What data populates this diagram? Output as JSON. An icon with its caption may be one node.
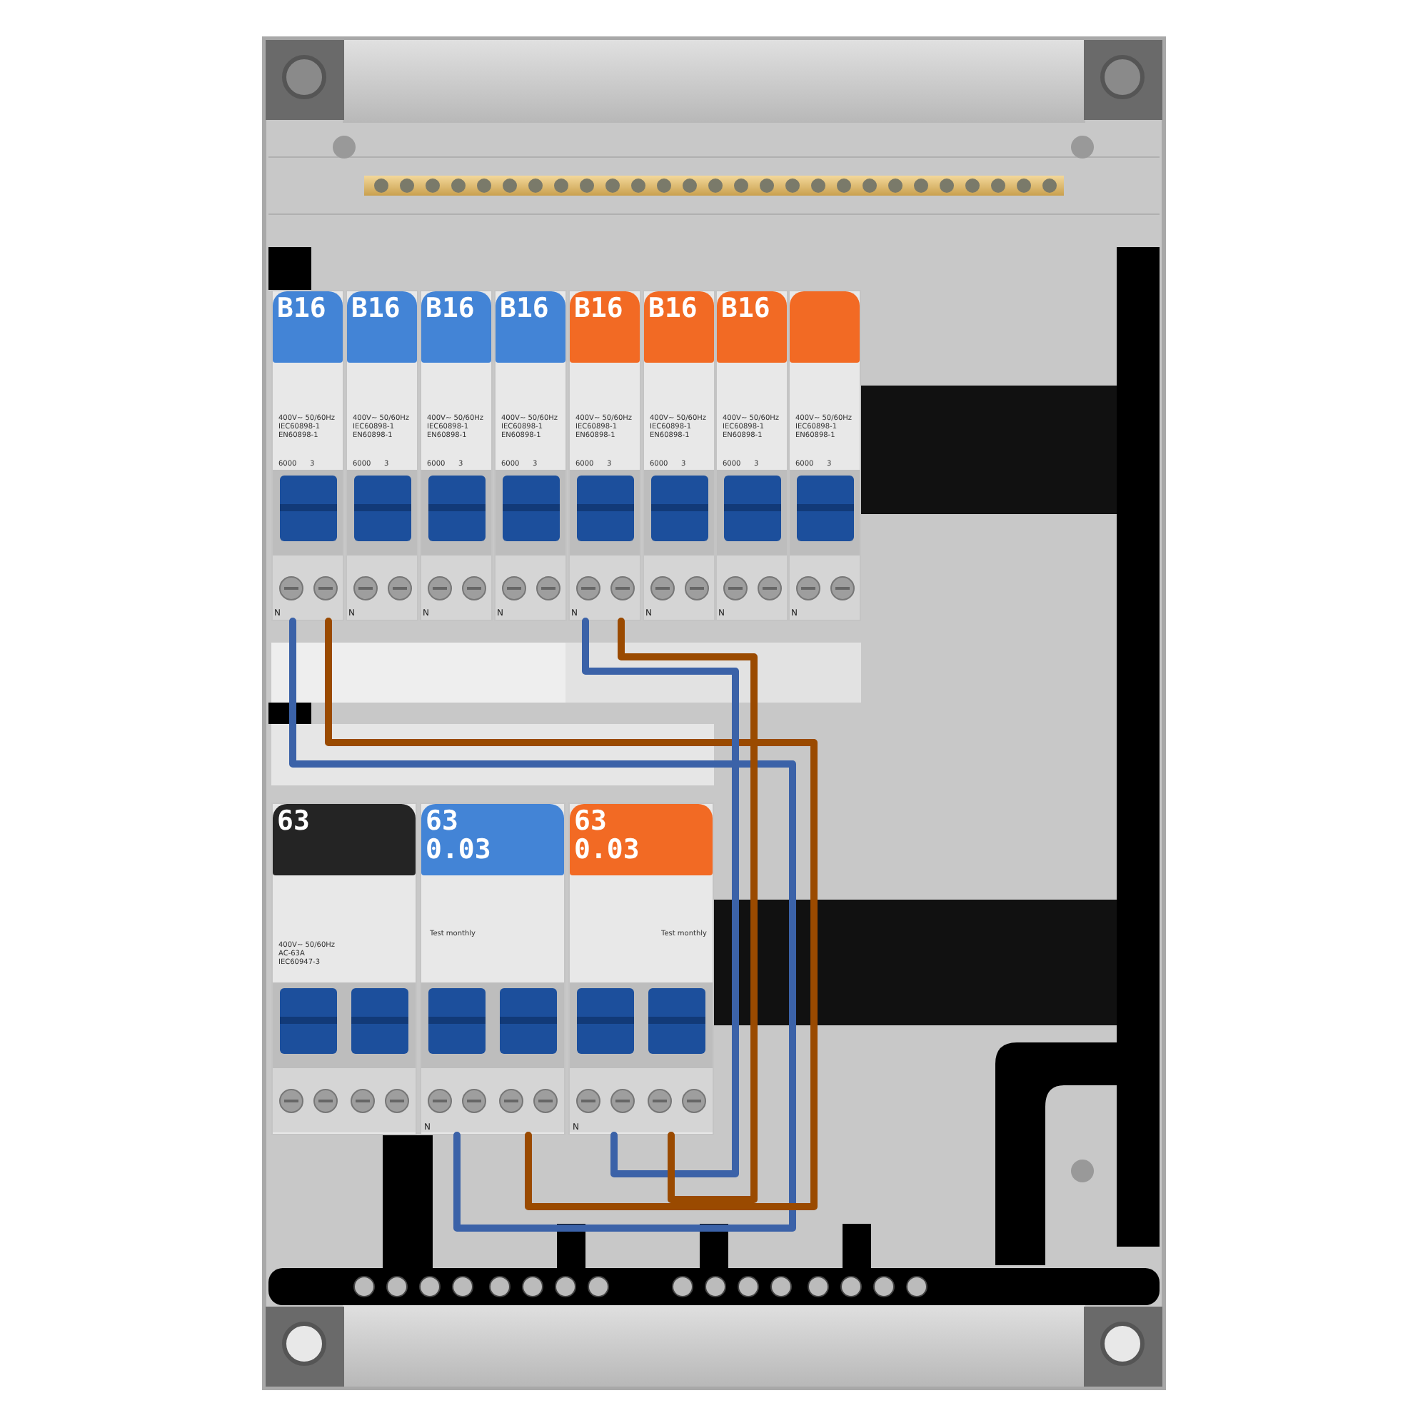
{
  "diagram": {
    "nodes": [
      {
        "text": [
          "400V~ 50/60Hz IEC60898-1 EN60898-1",
          "6000",
          "3"
        ]
      },
      {
        "text": [
          "B16"
        ],
        "in": 0
      },
      {
        "text": [
          "400V~ 50/60Hz IEC60898-1 EN60898-1",
          "6000",
          "3"
        ]
      },
      {
        "text": [
          "B16"
        ],
        "in": 2
      },
      {
        "text": [
          "400V~ 50/60Hz IEC60898-1 EN60898-1",
          "6000",
          "3"
        ]
      },
      {
        "text": [
          "B16"
        ],
        "in": 4
      },
      {
        "text": [
          "400V~ 50/60Hz IEC60898-1 EN60898-1",
          "6000",
          "3"
        ]
      },
      {
        "text": [
          "B16"
        ],
        "in": 6
      },
      {
        "text": [
          "400V~ 50/60Hz IEC60898-1 EN60898-1",
          "6000",
          "3"
        ]
      },
      {
        "text": [
          "B16"
        ],
        "in": 8
      },
      {
        "text": [
          "400V~ 50/60Hz IEC60898-1 EN60898-1",
          "6000",
          "3"
        ]
      },
      {
        "text": [
          "B16"
        ],
        "in": 10
      },
      {
        "text": [
          "400V~ 50/60Hz IEC60898-1 EN60898-1",
          "6000",
          "3"
        ]
      },
      {
        "text": [
          "B16"
        ],
        "in": 12
      },
      {
        "text": [
          "400V~ 50/60Hz IEC60898-1 EN60898-1",
          "6000",
          "3"
        ]
      },
      {
        "text": [],
        "shape": "box",
        "in": 14
      },
      {
        "text": [
          "400V~ 50/60Hz AC-63A IEC60947-3"
        ]
      },
      {
        "text": [
          "63"
        ],
        "in": 16
      },
      {
        "text": [
          "Test monthly"
        ]
      },
      {
        "text": [
          "63",
          "0.03"
        ],
        "in": 18
      },
      {
        "text": [
          "Test monthly"
        ]
      },
      {
        "text": [
          "63",
          "0.03"
        ],
        "in": 20
      }
    ],
    "edges": [
      {
        "from": 18,
        "to": 0,
        "arrow": "none",
        "color": "#3b62a8"
      },
      {
        "from": 18,
        "to": 0,
        "arrow": "none",
        "color": "#9a4a00"
      },
      {
        "from": 20,
        "to": 8,
        "arrow": "none",
        "color": "#3b62a8"
      },
      {
        "from": 20,
        "to": 8,
        "arrow": "none",
        "color": "#9a4a00"
      }
    ],
    "labels": [
      "N",
      "N",
      "N",
      "N",
      "N",
      "N",
      "N",
      "N",
      "N",
      "N"
    ]
  }
}
